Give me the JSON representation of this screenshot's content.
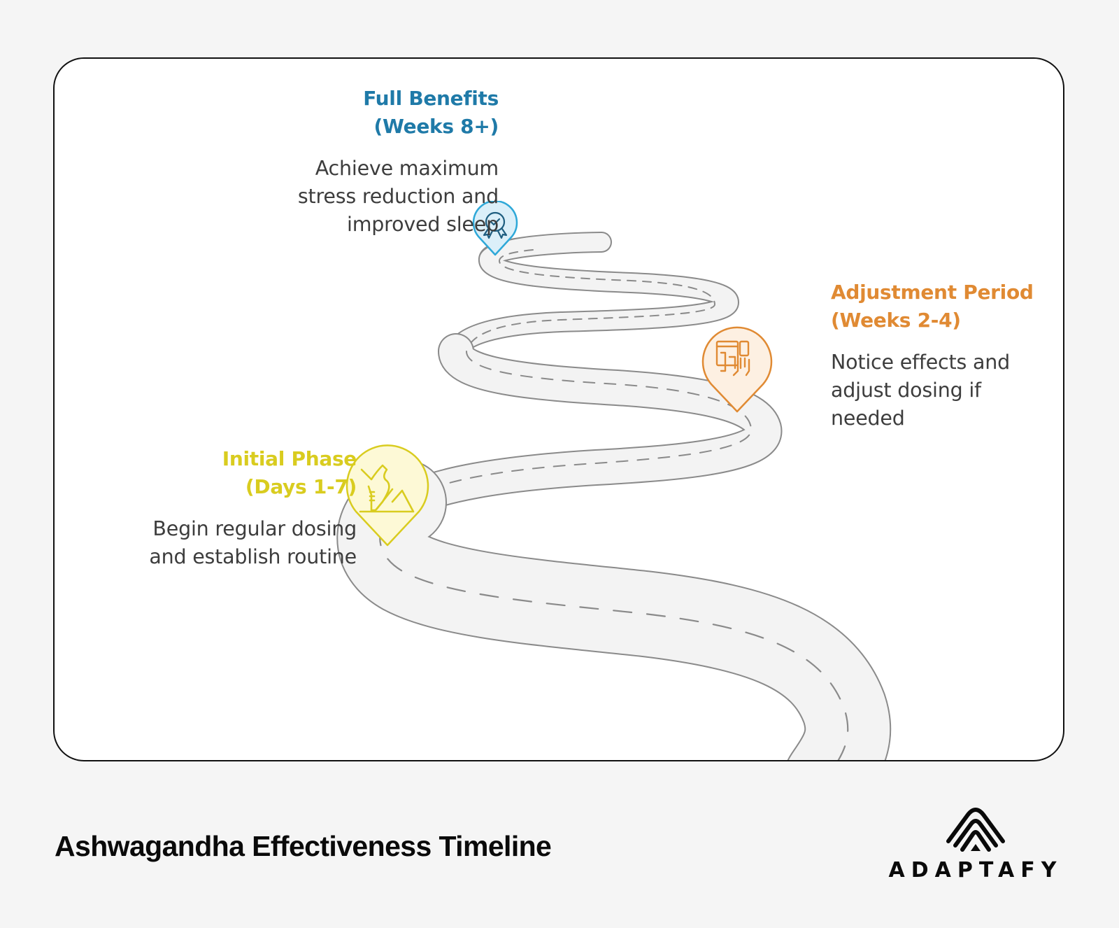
{
  "diagram": {
    "type": "winding-road-timeline",
    "title": "Ashwagandha Effectiveness Timeline",
    "stages": [
      {
        "id": "initial",
        "title_line1": "Initial Phase",
        "title_line2": "(Days 1-7)",
        "desc_lines": [
          "Begin regular dosing",
          "and establish routine"
        ],
        "icon": "running-shoe-icon",
        "color": "#d9cc1f",
        "pin_fill": "#fdf9d6"
      },
      {
        "id": "adjustment",
        "title_line1": "Adjustment Period",
        "title_line2": "(Weeks 2-4)",
        "desc_lines": [
          "Notice effects and",
          "adjust dosing if",
          "needed"
        ],
        "icon": "devices-touch-icon",
        "color": "#e08a33",
        "pin_fill": "#fdf0e2"
      },
      {
        "id": "full",
        "title_line1": "Full Benefits",
        "title_line2": "(Weeks 8+)",
        "desc_lines": [
          "Achieve maximum",
          "stress reduction and",
          "improved sleep"
        ],
        "icon": "award-badge-icon",
        "color": "#1f7aa8",
        "pin_stroke": "#2ea8d8",
        "pin_fill": "#dbeff9"
      }
    ]
  },
  "footer": {
    "title": "Ashwagandha Effectiveness Timeline",
    "brand": "ADAPTAFY"
  },
  "colors": {
    "background": "#f5f5f5",
    "card": "#ffffff",
    "card_border": "#111111",
    "road_fill": "#f3f3f3",
    "road_edge": "#8a8a8a",
    "body_text": "#3d3d3d"
  }
}
